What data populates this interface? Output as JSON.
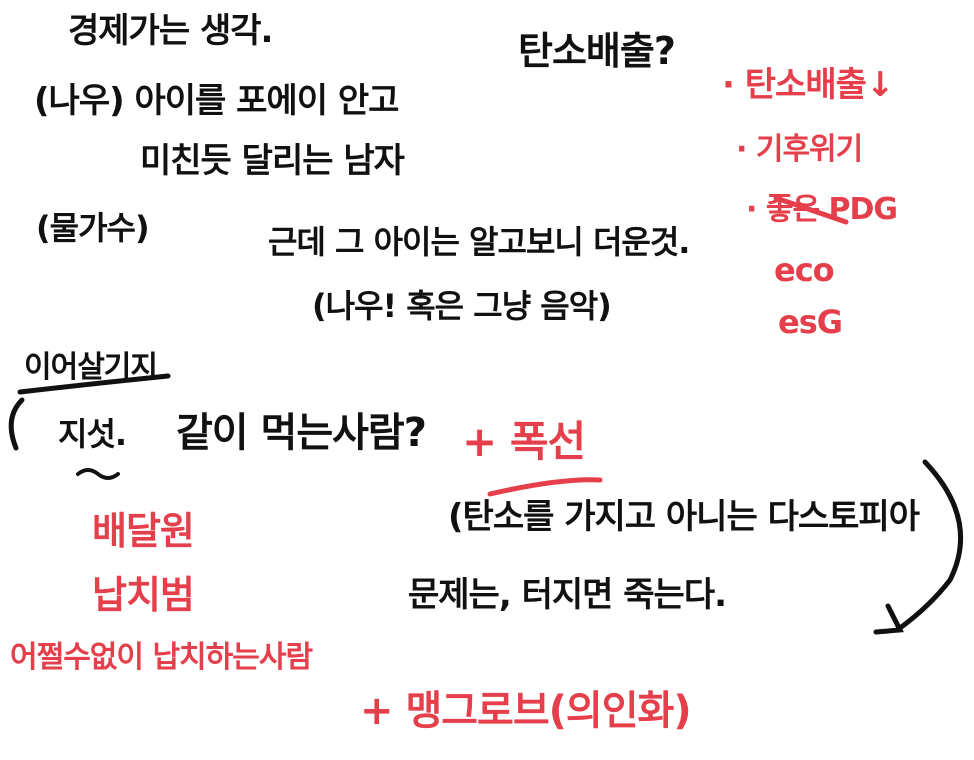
{
  "colors": {
    "ink": "#111111",
    "accent": "#e43f4b"
  },
  "black_notes": {
    "line1": "경제가는 생각.",
    "line2": "(나우) 아이를 포에이 안고",
    "line3": "미친듯 달리는 남자",
    "line4": "(물가수)",
    "line5": "근데 그 아이는 알고보니 더운것.",
    "line6": "(나우! 혹은 그냥 음악)",
    "carbon_question": "탄소배출?",
    "underlined_word": "이어살기지",
    "line7": "지섯.",
    "line8": "같이 먹는사람?",
    "line9": "(탄소를 가지고 아니는 다스토피아",
    "line10": "문제는, 터지면 죽는다."
  },
  "red_notes": {
    "list_item1": "· 탄소배출↓",
    "list_item2": "· 기후위기",
    "list_item3": "· 좋은 PDG",
    "list_item4": "eco",
    "list_item5": "esG",
    "plus1": "+ 폭선",
    "delivery1": "배달원",
    "delivery2": "납치범",
    "delivery3": "어쩔수없이 납치하는사람",
    "plus2": "+ 맹그로브(의인화)"
  }
}
